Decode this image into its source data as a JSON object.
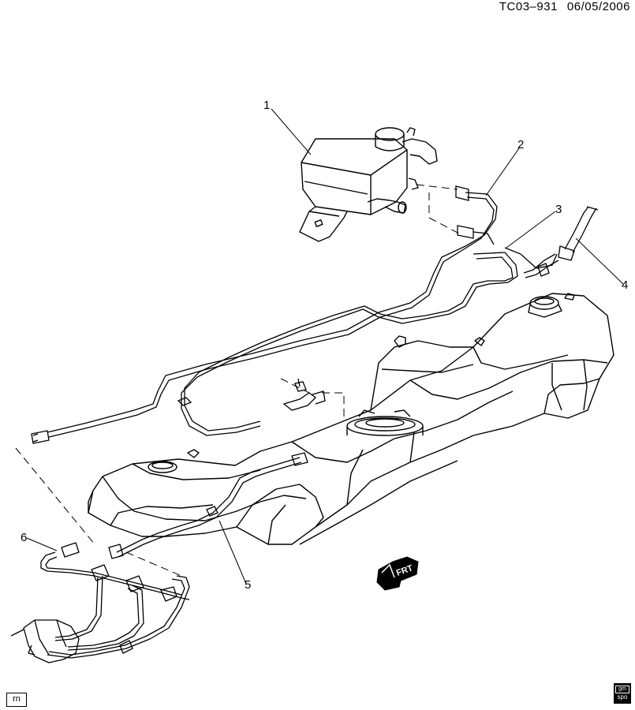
{
  "header": {
    "diagram_code": "TC03–931",
    "date": "06/05/2006"
  },
  "callouts": {
    "c1": "1",
    "c2": "2",
    "c3": "3",
    "c4": "4",
    "c5": "5",
    "c6": "6"
  },
  "direction_arrow": {
    "label": "FRT"
  },
  "footer": {
    "badge": "rn",
    "logo_top": "gm",
    "logo_bottom": "spo"
  }
}
